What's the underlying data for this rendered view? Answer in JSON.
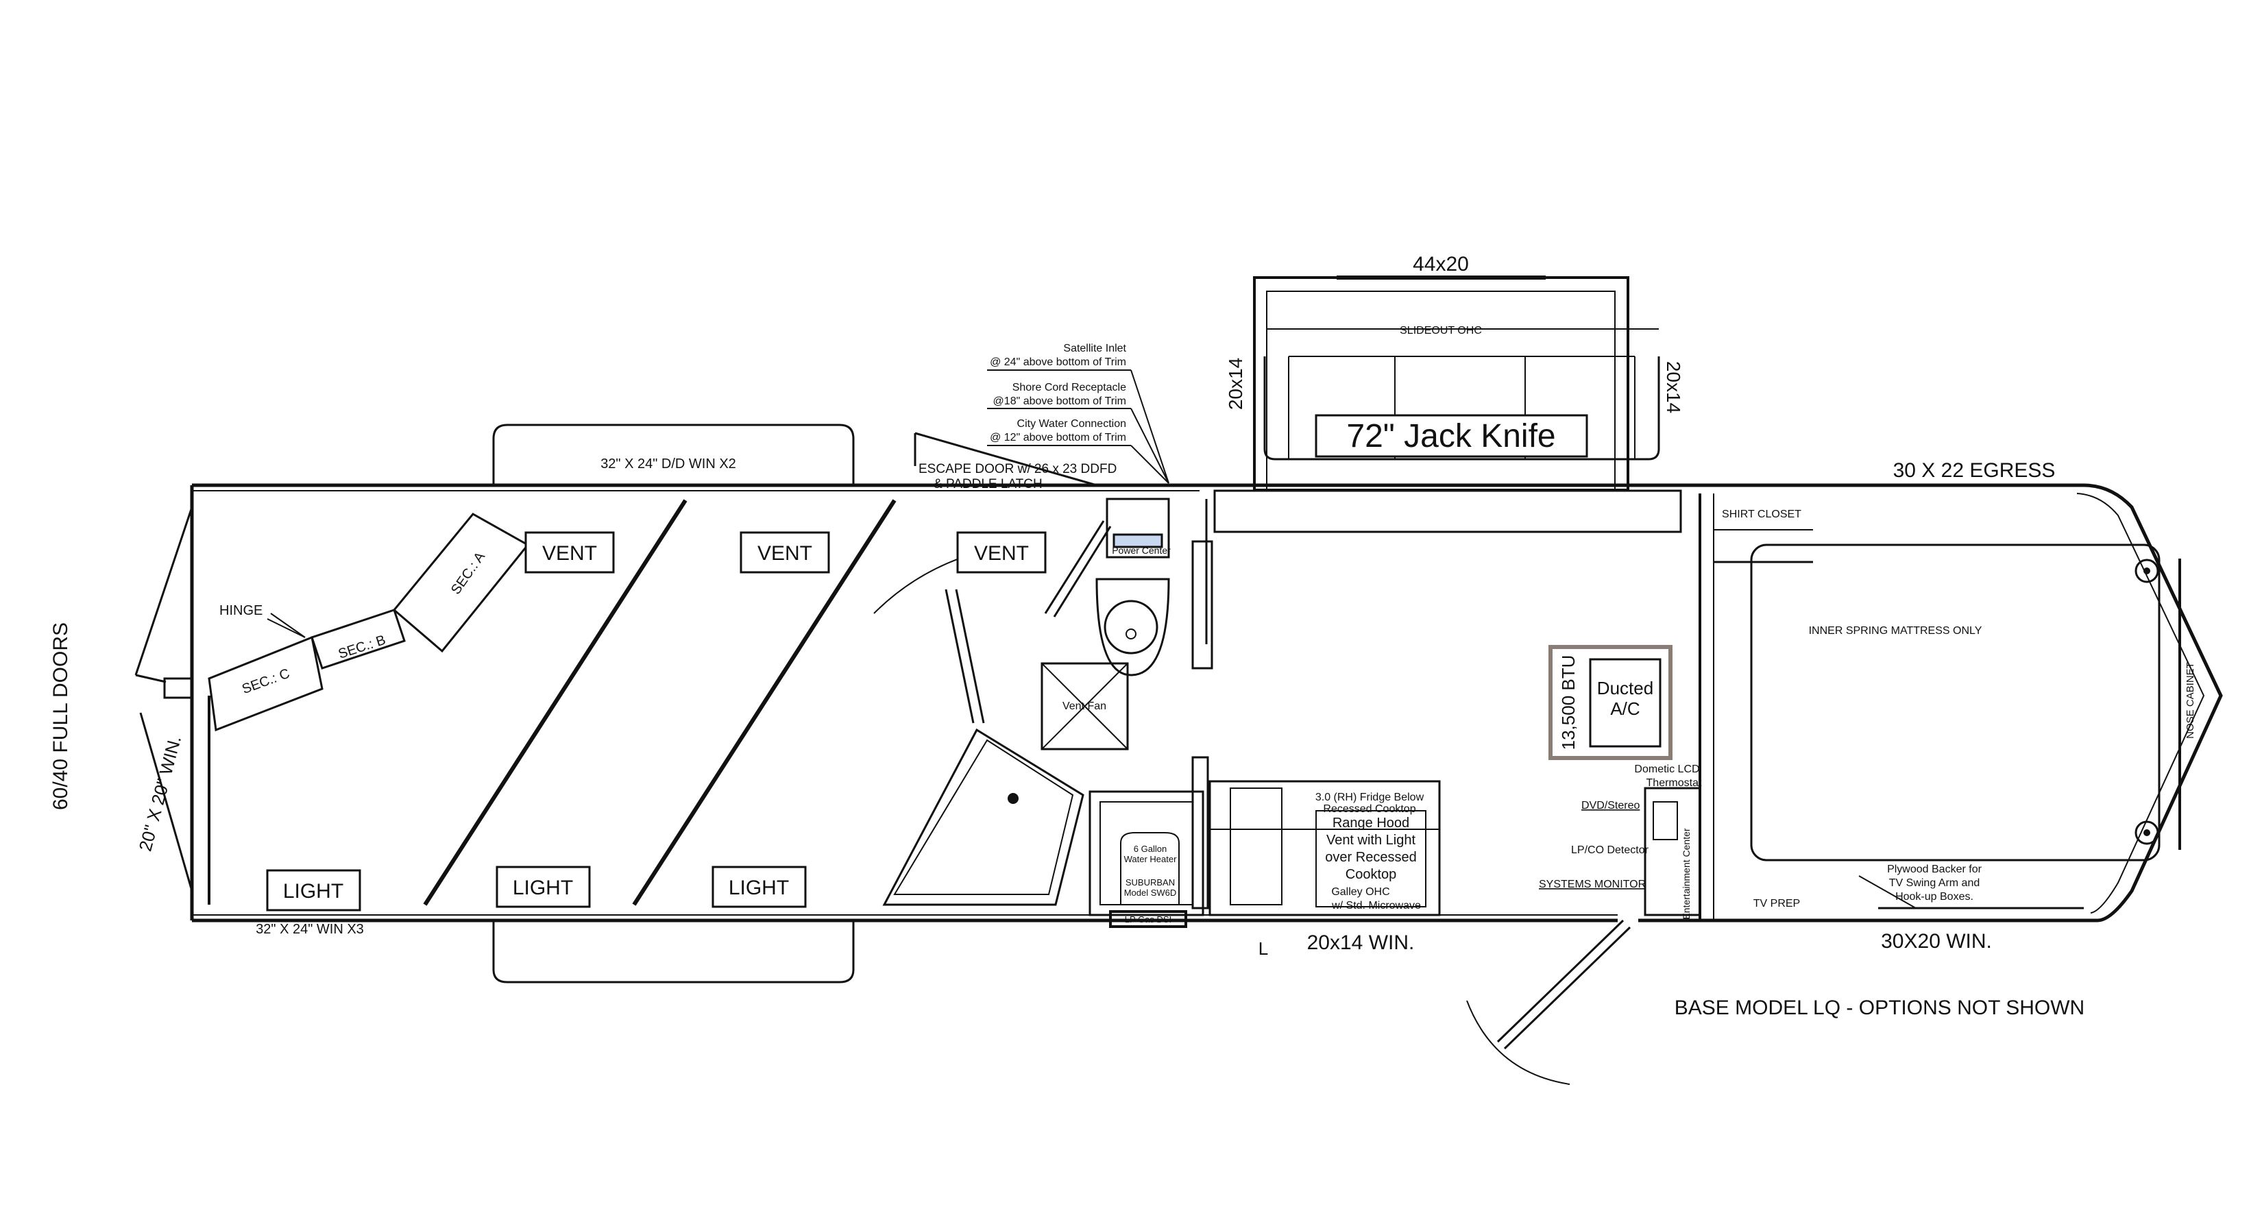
{
  "labels": {
    "full_doors": "60/40 FULL DOORS",
    "left_window": "20\" X 20\" WIN.",
    "top_window": "32\" X 24\" D/D WIN X2",
    "bottom_window": "32\" X 24\" WIN X3",
    "hinge": "HINGE",
    "sec_a": "SEC.: A",
    "sec_b": "SEC.: B",
    "sec_c": "SEC.: C",
    "vent": "VENT",
    "light": "LIGHT",
    "escape_door_line1": "ESCAPE DOOR w/ 26 x 23 DDFD",
    "escape_door_line2": "& PADDLE LATCH",
    "satellite_line1": "Satellite Inlet",
    "satellite_line2": "@ 24\" above bottom of Trim",
    "shore_line1": "Shore Cord Receptacle",
    "shore_line2": "@18\" above bottom of Trim",
    "city_line1": "City Water Connection",
    "city_line2": "@ 12\" above bottom of Trim",
    "power_center": "Power Center",
    "vent_fan": "Vent Fan",
    "slide_width": "44x20",
    "slide_side": "20x14",
    "slideout_ohc": "SLIDEOUT OHC",
    "jack_knife": "72\" Jack Knife",
    "egress": "30 X 22 EGRESS",
    "shirt_closet": "SHIRT CLOSET",
    "mattress": "INNER SPRING MATTRESS ONLY",
    "nose_cabinet": "NOSE CABINET",
    "ac_btu": "13,500 BTU",
    "ac_line1": "Ducted",
    "ac_line2": "A/C",
    "thermostat_line1": "Dometic LCD",
    "thermostat_line2": "Thermostat",
    "dvd": "DVD/Stereo",
    "lpco": "LP/CO Detector",
    "systems_monitor": "SYSTEMS MONITOR",
    "entertainment": "Entertainment Center",
    "tv_prep": "TV PREP",
    "plywood_line1": "Plywood Backer for",
    "plywood_line2": "TV Swing Arm and",
    "plywood_line3": "Hook-up Boxes.",
    "fridge_line1": "3.0 (RH) Fridge Below",
    "fridge_line2": "Recessed Cooktop",
    "range_line1": "Range Hood",
    "range_line2": "Vent with Light",
    "range_line3": "over Recessed",
    "range_line4": "Cooktop",
    "galley_line1": "Galley OHC",
    "galley_line2": "w/ Std. Microwave",
    "water_heater_line1": "6 Gallon",
    "water_heater_line2": "Water Heater",
    "suburban_line1": "SUBURBAN",
    "suburban_line2": "Model SW6D",
    "lp_gas": "LP Gas DSI",
    "kitchen_window": "20x14 WIN.",
    "l_mark": "L",
    "bedroom_window": "30X20 WIN.",
    "footer": "BASE MODEL LQ - OPTIONS NOT SHOWN"
  }
}
